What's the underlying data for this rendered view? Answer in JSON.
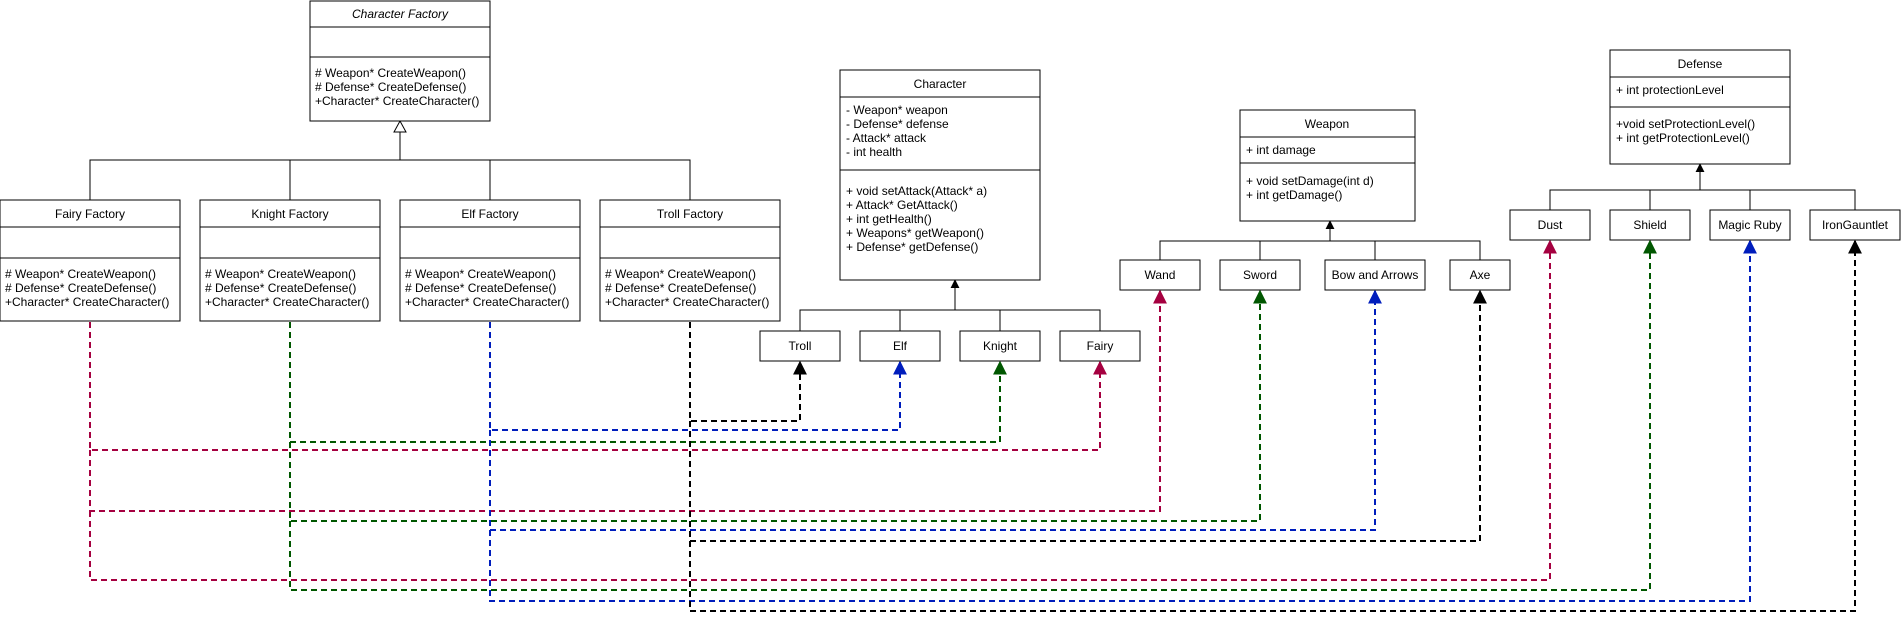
{
  "colors": {
    "red": "#A50040",
    "green": "#005700",
    "blue": "#001DBC",
    "black": "#000000"
  },
  "classes": {
    "character_factory": {
      "name": "Character Factory",
      "methods": [
        "# Weapon* CreateWeapon()",
        "# Defense* CreateDefense()",
        "+Character* CreateCharacter()"
      ]
    },
    "fairy_factory": {
      "name": "Fairy Factory",
      "methods": [
        "# Weapon* CreateWeapon()",
        "# Defense* CreateDefense()",
        "+Character* CreateCharacter()"
      ]
    },
    "knight_factory": {
      "name": "Knight Factory",
      "methods": [
        "# Weapon* CreateWeapon()",
        "# Defense* CreateDefense()",
        "+Character* CreateCharacter()"
      ]
    },
    "elf_factory": {
      "name": "Elf Factory",
      "methods": [
        "# Weapon* CreateWeapon()",
        "# Defense* CreateDefense()",
        "+Character* CreateCharacter()"
      ]
    },
    "troll_factory": {
      "name": "Troll Factory",
      "methods": [
        "# Weapon* CreateWeapon()",
        "# Defense* CreateDefense()",
        "+Character* CreateCharacter()"
      ]
    },
    "character": {
      "name": "Character",
      "attributes": [
        "- Weapon* weapon",
        "- Defense* defense",
        "- Attack* attack",
        "- int health"
      ],
      "methods": [
        "+ void setAttack(Attack* a)",
        "+ Attack* GetAttack()",
        "+ int getHealth()",
        "+ Weapons* getWeapon()",
        "+ Defense* getDefense()"
      ]
    },
    "weapon": {
      "name": "Weapon",
      "attributes": [
        "+ int damage"
      ],
      "methods": [
        "+ void setDamage(int d)",
        "+ int getDamage()"
      ]
    },
    "defense": {
      "name": "Defense",
      "attributes": [
        "+ int protectionLevel"
      ],
      "methods": [
        "+void setProtectionLevel()",
        "+ int getProtectionLevel()"
      ]
    }
  },
  "products": {
    "troll": "Troll",
    "elf": "Elf",
    "knight": "Knight",
    "fairy": "Fairy",
    "wand": "Wand",
    "sword": "Sword",
    "bow": "Bow and Arrows",
    "axe": "Axe",
    "dust": "Dust",
    "shield": "Shield",
    "ruby": "Magic Ruby",
    "gauntlet": "IronGauntlet"
  }
}
